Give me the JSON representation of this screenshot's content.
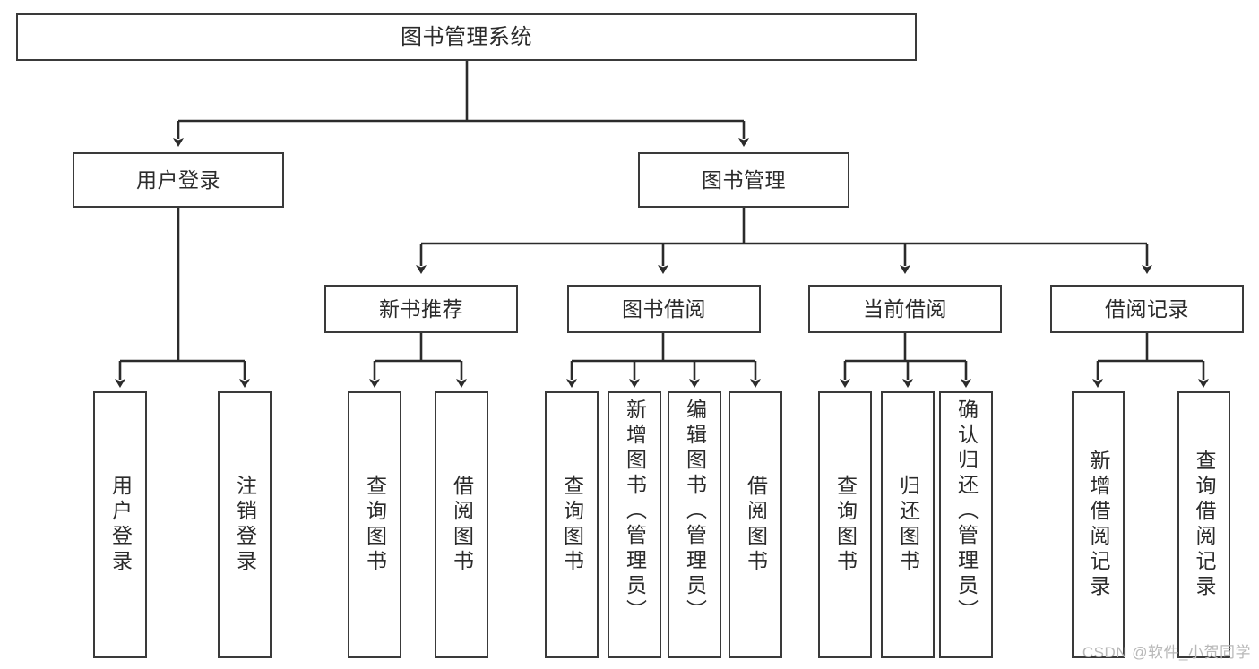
{
  "diagram": {
    "title": "图书管理系统",
    "type": "hierarchy-tree",
    "background_color": "#ffffff",
    "box_border_color": "#3a3a3a",
    "connector_color": "#2b2b2b",
    "text_color": "#2b2b2b",
    "levels": 4
  },
  "watermark": {
    "text": "CSDN @软件_小贺同学",
    "color": "#b8b8b8"
  },
  "nodes": {
    "root": {
      "label": "图书管理系统"
    },
    "level2": [
      {
        "id": "user-login",
        "label": "用户登录"
      },
      {
        "id": "book-management",
        "label": "图书管理"
      }
    ],
    "level3": [
      {
        "id": "new-book-recommend",
        "label": "新书推荐"
      },
      {
        "id": "book-borrow",
        "label": "图书借阅"
      },
      {
        "id": "current-borrow",
        "label": "当前借阅"
      },
      {
        "id": "borrow-record",
        "label": "借阅记录"
      }
    ],
    "leaves": {
      "user_login": [
        {
          "id": "leaf-user-login",
          "label": "用户登录"
        },
        {
          "id": "leaf-logout-login",
          "label": "注销登录"
        }
      ],
      "new_book_recommend": [
        {
          "id": "leaf-query-book-1",
          "label": "查询图书"
        },
        {
          "id": "leaf-borrow-book-1",
          "label": "借阅图书"
        }
      ],
      "book_borrow": [
        {
          "id": "leaf-query-book-2",
          "label": "查询图书"
        },
        {
          "id": "leaf-add-book",
          "label": "新增图书（管理员）"
        },
        {
          "id": "leaf-edit-book",
          "label": "编辑图书（管理员）"
        },
        {
          "id": "leaf-borrow-book-2",
          "label": "借阅图书"
        }
      ],
      "current_borrow": [
        {
          "id": "leaf-query-book-3",
          "label": "查询图书"
        },
        {
          "id": "leaf-return-book",
          "label": "归还图书"
        },
        {
          "id": "leaf-confirm-return",
          "label": "确认归还（管理员）"
        }
      ],
      "borrow_record": [
        {
          "id": "leaf-add-record",
          "label": "新增借阅记录"
        },
        {
          "id": "leaf-query-record",
          "label": "查询借阅记录"
        }
      ]
    }
  }
}
